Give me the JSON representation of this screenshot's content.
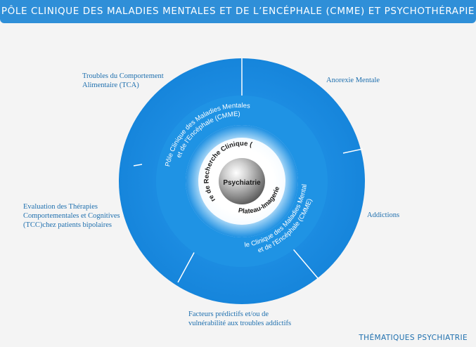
{
  "title": "PÔLE CLINIQUE DES MALADIES MENTALES ET DE L’ENCÉPHALE (CMME) ET PSYCHOTHÉRAPIE",
  "footer": "THÉMATIQUES PSYCHIATRIE",
  "outer_ring": [
    "Troubles du Comportement Alimentaire (TCA)",
    "Anorexie Mentale",
    "Addictions",
    "Facteurs prédictifs et/ou de vulnérabilité aux troubles addictifs",
    "Evaluation des Thérapies Comportementales et Cognitives (TCC)chez patients bipolaires"
  ],
  "middle_ring": {
    "upper": [
      "Pôle Clinique des Maladies Mentales",
      "et de l’Encéphale (CMME)"
    ],
    "lower": [
      "Pôle Clinique des Maladies Mentales",
      "et de l’Encéphale (CMME)"
    ]
  },
  "inner_ring": {
    "upper": "Centre de Recherche Clinique (CRC)",
    "lower": "Plateau-Imagerie"
  },
  "center": "Psychiatrie",
  "colors": {
    "title_bg": "#2f8fd8",
    "ring_blue": "#1f93e4",
    "ring_divider": "#ffffff",
    "label_text": "#1e6fae"
  }
}
